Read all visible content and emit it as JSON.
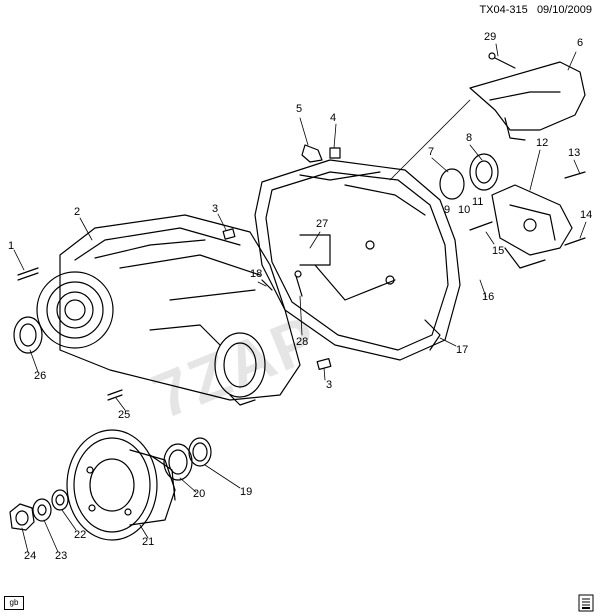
{
  "header": {
    "drawing_id": "TX04-315",
    "date": "09/10/2009"
  },
  "badge": "gb",
  "callouts": [
    "1",
    "2",
    "3",
    "4",
    "5",
    "6",
    "7",
    "8",
    "9",
    "10",
    "11",
    "12",
    "13",
    "14",
    "15",
    "16",
    "17",
    "18",
    "19",
    "20",
    "21",
    "22",
    "23",
    "24",
    "25",
    "26",
    "27",
    "28",
    "29",
    "3"
  ],
  "colors": {
    "ink": "#000000",
    "paper": "#ffffff"
  },
  "icons": {
    "corner": "document-icon"
  }
}
